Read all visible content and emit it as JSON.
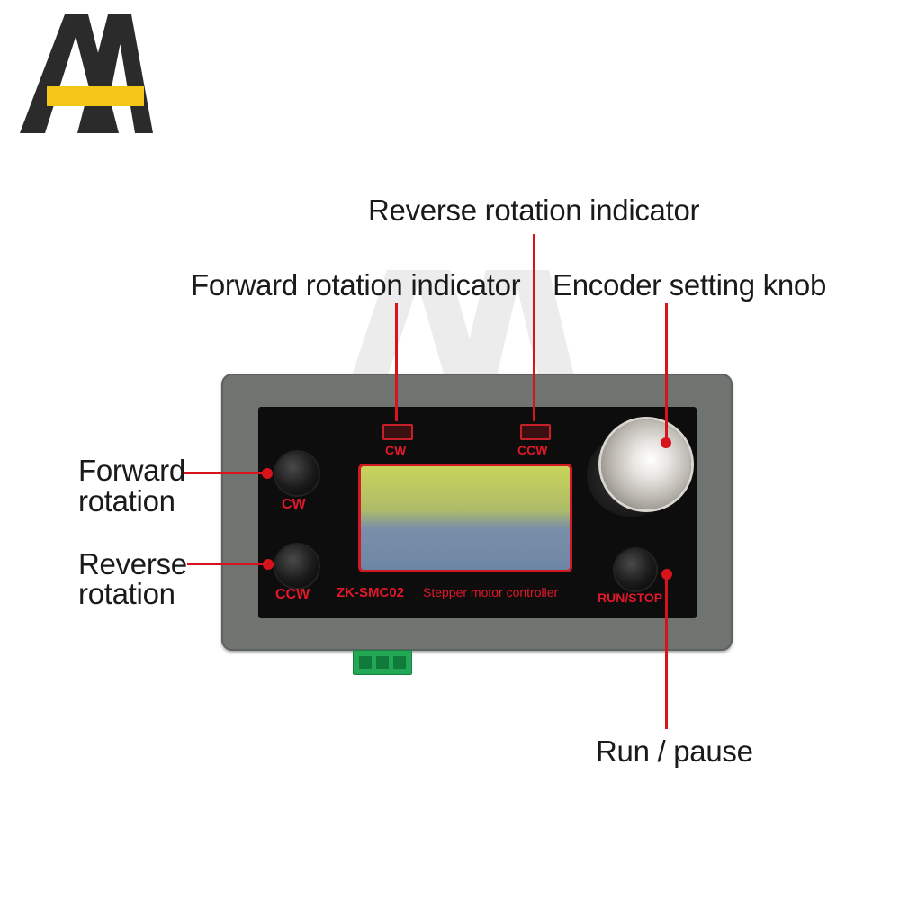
{
  "annotations": {
    "reverse_indicator": "Reverse rotation indicator",
    "forward_indicator": "Forward rotation indicator",
    "encoder_knob": "Encoder setting knob",
    "forward_rotation": [
      "Forward",
      "rotation"
    ],
    "reverse_rotation": [
      "Reverse",
      "rotation"
    ],
    "run_pause": "Run / pause"
  },
  "panel": {
    "led_cw_label": "CW",
    "led_ccw_label": "CCW",
    "button_cw_label": "CW",
    "button_ccw_label": "CCW",
    "button_run_label": "RUN/STOP",
    "model": "ZK-SMC02",
    "description": "Stepper motor controller"
  },
  "colors": {
    "callout": "#d8131b",
    "logo_dark": "#2b2b2b",
    "logo_accent": "#f5c518",
    "housing": "#6f7471",
    "faceplate": "#0d0d0d",
    "lcd_top": "#c9d35a",
    "lcd_bottom": "#7a8fa8",
    "terminal": "#22a855"
  }
}
